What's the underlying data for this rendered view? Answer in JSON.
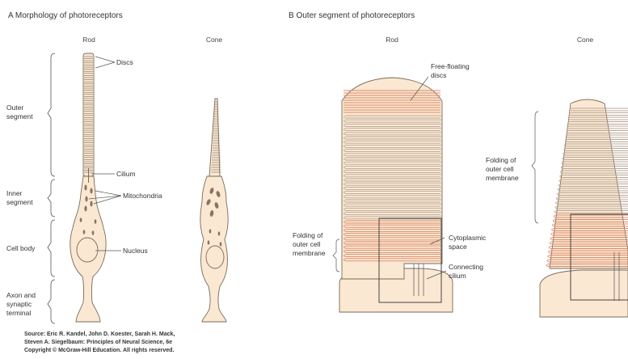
{
  "panel_a": {
    "title": "A  Morphology of photoreceptors",
    "rod_label": "Rod",
    "cone_label": "Cone",
    "regions": {
      "outer_segment": [
        "Outer",
        "segment"
      ],
      "inner_segment": [
        "Inner",
        "segment"
      ],
      "cell_body": "Cell body",
      "axon": [
        "Axon and",
        "synaptic",
        "terminal"
      ]
    },
    "callouts": {
      "discs": "Discs",
      "cilium": "Cilium",
      "mitochondria": "Mitochondria",
      "nucleus": "Nucleus"
    }
  },
  "panel_b": {
    "title": "B  Outer segment of photoreceptors",
    "rod_label": "Rod",
    "cone_label": "Cone",
    "callouts": {
      "free_floating_discs": [
        "Free-floating",
        "discs"
      ],
      "folding_rod": [
        "Folding of",
        "outer cell",
        "membrane"
      ],
      "cytoplasmic_space": [
        "Cytoplasmic",
        "space"
      ],
      "connecting_cilium": [
        "Connecting",
        "cilium"
      ],
      "folding_cone": [
        "Folding of",
        "outer cell",
        "membrane"
      ]
    }
  },
  "source": [
    "Source: Eric R. Kandel, John D. Koester, Sarah H. Mack,",
    "Steven A. Siegelbaum: Principles of Neural Science, 6e",
    "Copyright © McGraw-Hill Education. All rights reserved."
  ],
  "colors": {
    "cell_fill": "#fbe8d2",
    "cell_stroke": "#7a6a5a",
    "disc_stroke": "#d98a6b",
    "organelle": "#8a7560",
    "line": "#555555"
  }
}
